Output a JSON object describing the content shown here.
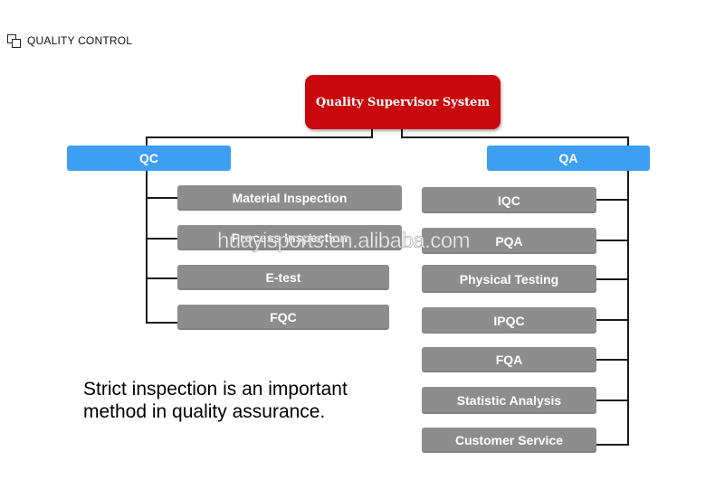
{
  "header": {
    "icon": "copy-icon",
    "title": "QUALITY CONTROL"
  },
  "diagram": {
    "root": "Quality Supervisor System",
    "qc": {
      "label": "QC",
      "items": [
        "Material Inspection",
        "Process Inspection",
        "E-test",
        "FQC"
      ]
    },
    "qa": {
      "label": "QA",
      "items": [
        "IQC",
        "PQA",
        "Physical Testing",
        "IPQC",
        "FQA",
        "Statistic Analysis",
        "Customer Service"
      ]
    }
  },
  "watermark": "huayisports.en.alibaba.com",
  "caption": "Strict inspection is an important method in quality assurance.",
  "colors": {
    "root": "#c8080d",
    "branch": "#3d9ff1",
    "item": "#8d8d8d"
  }
}
